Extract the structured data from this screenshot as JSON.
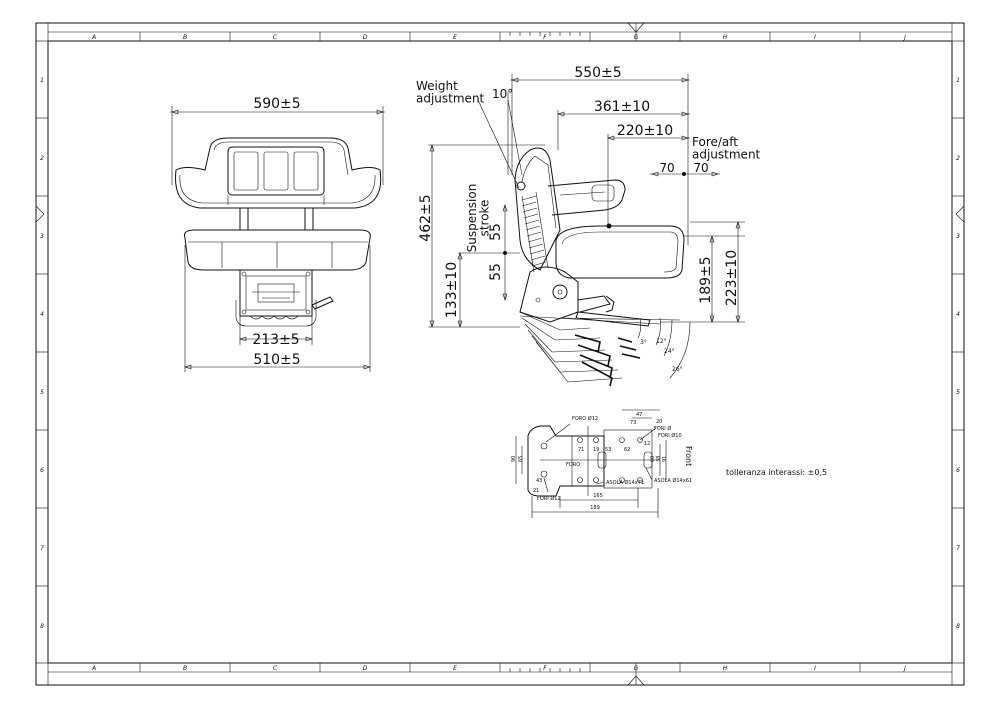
{
  "frame": {
    "columns": [
      "A",
      "B",
      "C",
      "D",
      "E",
      "F",
      "G",
      "H",
      "I",
      "J"
    ],
    "rows": [
      "1",
      "2",
      "3",
      "4",
      "5",
      "6",
      "7",
      "8"
    ]
  },
  "front_view": {
    "width_top": "590±5",
    "width_bottom": "510±5",
    "width_base": "213±5"
  },
  "side_view": {
    "weight_label": "Weight\nadjustment",
    "angle_10": "10°",
    "overall_depth": "550±5",
    "depth_361": "361±10",
    "depth_220": "220±10",
    "fore_aft_label": "Fore/aft\nadjustment",
    "fore_aft_left": "70",
    "fore_aft_right": "70",
    "height_total": "462±5",
    "suspension_label": "Suspension\nstroke",
    "stroke_up": "55",
    "stroke_down": "55",
    "height_133": "133±10",
    "height_189": "189±5",
    "height_223": "223±10",
    "angle_3": "3°",
    "angle_12": "12°",
    "angle_24": "24°",
    "angle_26": "26°"
  },
  "base_plan": {
    "foro12_top": "FORO Ø12",
    "foro12_bottom": "FORI Ø12",
    "fori_a": "FORI Ø",
    "fori10": "FORI Ø10",
    "foro": "FORO",
    "asola_14x71": "ASOLA Ø14x71",
    "asola_14x61": "ASOLA Ø14x61",
    "front": "Front",
    "d47": "47",
    "d20": "20",
    "d73": "73",
    "d71": "71",
    "d19": "19",
    "d53": "53",
    "d12": "12",
    "d62": "62",
    "d90": "90",
    "d65": "65",
    "d60": "60",
    "d38": "38",
    "d91": "91",
    "d165": "165",
    "d189": "189",
    "d21": "21",
    "d43": "43"
  },
  "tolerance_note": "tolleranza interassi: ±0,5"
}
